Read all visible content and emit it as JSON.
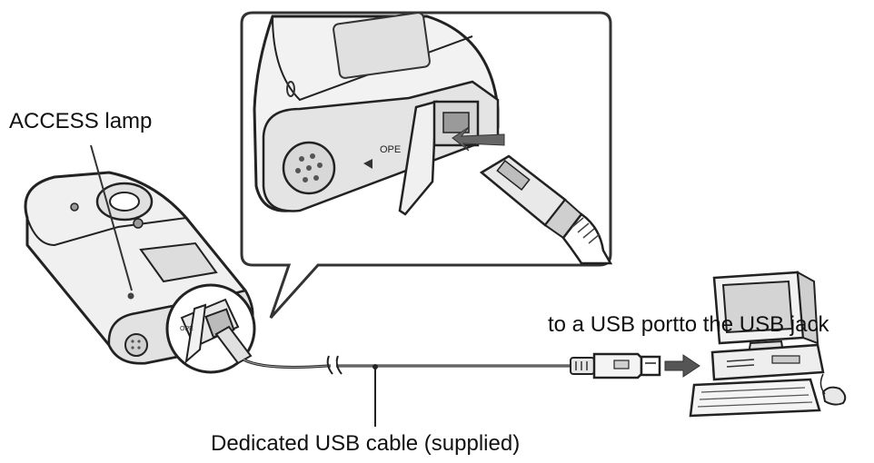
{
  "labels": {
    "access_lamp": "ACCESS lamp",
    "usb_port": "to a USB portto the USB jack",
    "cable": "Dedicated USB cable (supplied)"
  },
  "callout_mark": "OPE",
  "colors": {
    "line": "#222222",
    "device_fill": "#efefef",
    "device_shade": "#bdbdbd",
    "arrow": "#555555"
  }
}
